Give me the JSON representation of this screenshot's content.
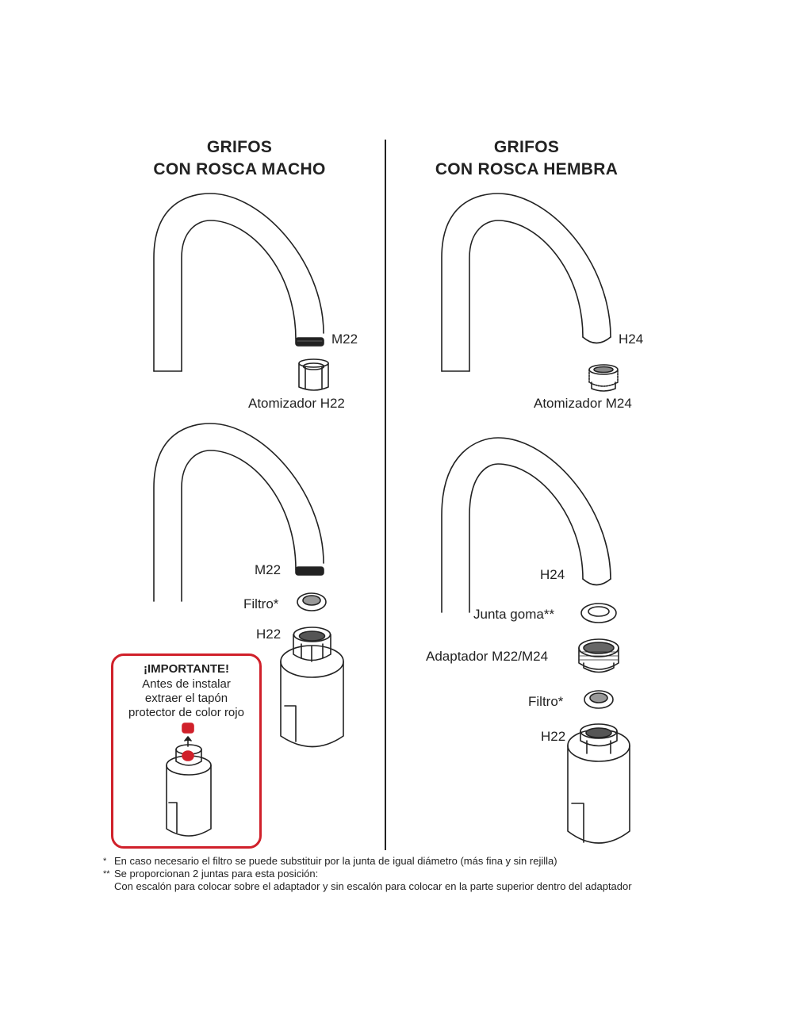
{
  "left": {
    "title_line1": "GRIFOS",
    "title_line2": "CON ROSCA MACHO"
  },
  "right": {
    "title_line1": "GRIFOS",
    "title_line2": "CON ROSCA HEMBRA"
  },
  "labels": {
    "left_top_thread": "M22",
    "left_top_part": "Atomizador H22",
    "left_bottom_thread": "M22",
    "left_filter": "Filtro*",
    "left_filter_thread": "H22",
    "right_top_thread": "H24",
    "right_top_part": "Atomizador M24",
    "right_bottom_thread": "H24",
    "right_gasket": "Junta goma**",
    "right_adapter": "Adaptador M22/M24",
    "right_filter": "Filtro*",
    "right_filter_thread": "H22"
  },
  "important": {
    "heading": "¡IMPORTANTE!",
    "line1": "Antes de instalar",
    "line2": "extraer el tapón",
    "line3": "protector de color rojo"
  },
  "footnotes": {
    "mark1": "*",
    "note1": "En caso necesario el filtro se puede substituir por la junta de igual diámetro (más fina y sin rejilla)",
    "mark2": "**",
    "note2": "Se proporcionan 2 juntas para esta posición:",
    "note2b": "Con escalón para colocar sobre el adaptador y sin escalón para colocar en la parte superior dentro del adaptador"
  },
  "colors": {
    "accent_red": "#d0202a",
    "line": "#222222"
  }
}
